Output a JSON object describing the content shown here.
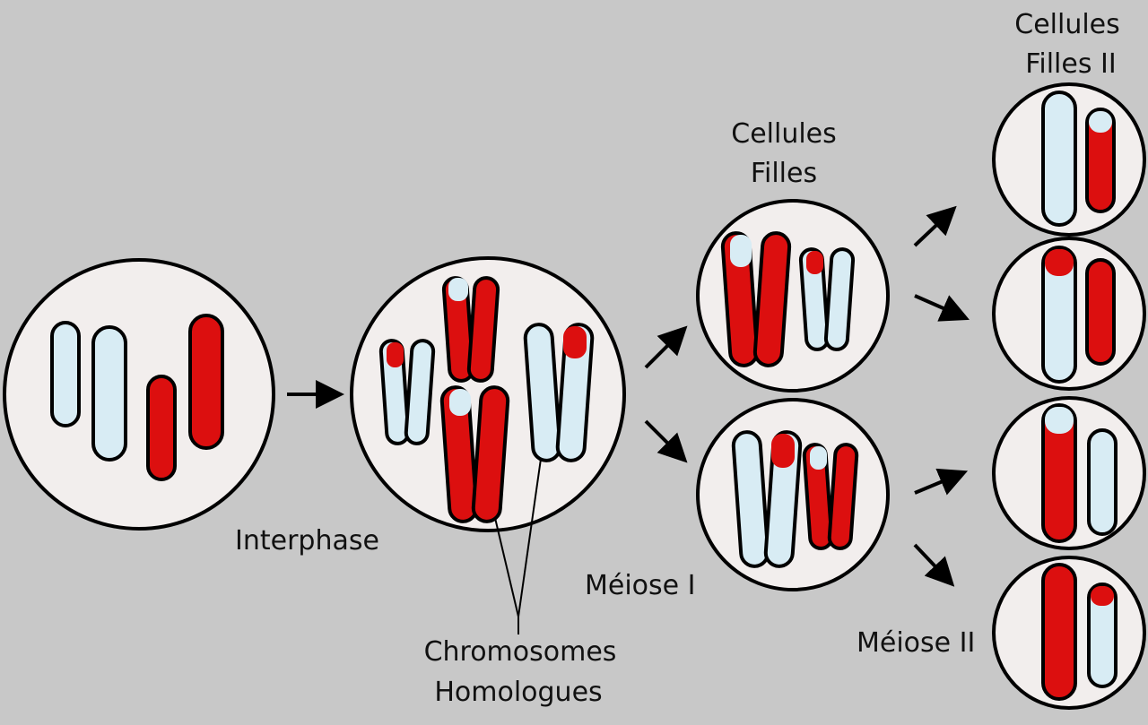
{
  "labels": {
    "interphase": "Interphase",
    "meiose_1": "Méiose I",
    "meiose_2": "Méiose II",
    "chromosomes_homologues": [
      "Chromosomes",
      "Homologues"
    ],
    "cellules_filles": [
      "Cellules",
      "Filles"
    ],
    "cellules_filles_2": [
      "Cellules",
      "Filles II"
    ]
  },
  "colors": {
    "background": "#c8c8c8",
    "cell_fill": "#f2eeed",
    "maternal_blue": "#d8ecf4",
    "paternal_red": "#dc0f0f",
    "outline": "#000000"
  }
}
